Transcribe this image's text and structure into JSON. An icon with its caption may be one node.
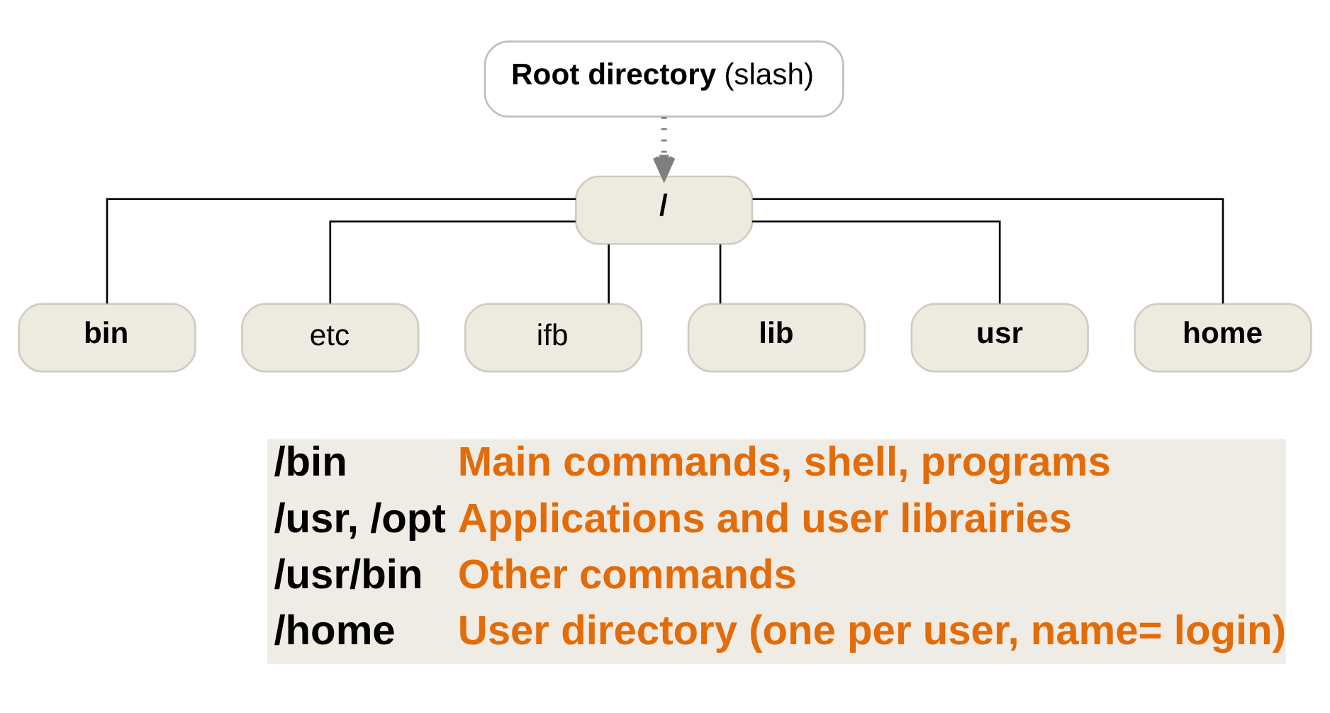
{
  "diagram": {
    "nodes": [
      {
        "text": [
          "**Root directory** (slash)"
        ]
      },
      {
        "text": [
          "/"
        ]
      },
      {
        "text": [
          "bin"
        ]
      },
      {
        "text": [
          "etc"
        ]
      },
      {
        "text": [
          "ifb"
        ]
      },
      {
        "text": [
          "lib"
        ]
      },
      {
        "text": [
          "usr"
        ]
      },
      {
        "text": [
          "home"
        ]
      }
    ],
    "edges": [
      {
        "from": 0,
        "to": 1,
        "arrow": "to",
        "style": "dashed",
        "color": "#7f7f7f"
      },
      {
        "from": 1,
        "to": 2,
        "arrow": "none"
      },
      {
        "from": 1,
        "to": 3,
        "arrow": "none"
      },
      {
        "from": 1,
        "to": 4,
        "arrow": "none"
      },
      {
        "from": 1,
        "to": 5,
        "arrow": "none"
      },
      {
        "from": 1,
        "to": 6,
        "arrow": "none"
      },
      {
        "from": 1,
        "to": 7,
        "arrow": "none"
      }
    ],
    "labels": [
      "/bin",
      "Main commands, shell, programs",
      "/usr, /opt",
      "Applications and user librairies",
      "/usr/bin",
      "Other commands",
      "/home",
      "User directory (one per user, name= login)"
    ]
  }
}
